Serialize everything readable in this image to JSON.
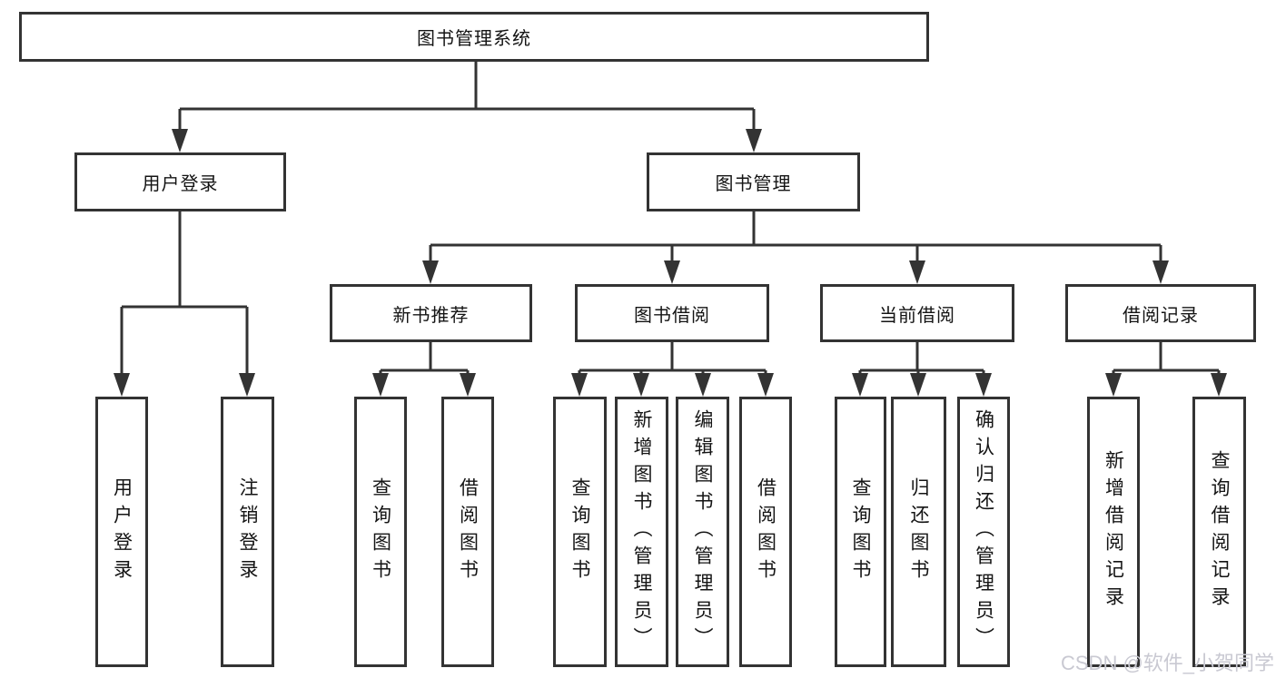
{
  "tree": {
    "root": "图书管理系统",
    "children": [
      {
        "label": "用户登录",
        "children": [
          "用户登录",
          "注销登录"
        ]
      },
      {
        "label": "图书管理",
        "children": [
          {
            "label": "新书推荐",
            "children": [
              "查询图书",
              "借阅图书"
            ]
          },
          {
            "label": "图书借阅",
            "children": [
              "查询图书",
              "新增图书（管理员）",
              "编辑图书（管理员）",
              "借阅图书"
            ]
          },
          {
            "label": "当前借阅",
            "children": [
              "查询图书",
              "归还图书",
              "确认归还（管理员）"
            ]
          },
          {
            "label": "借阅记录",
            "children": [
              "新增借阅记录",
              "查询借阅记录"
            ]
          }
        ]
      }
    ]
  },
  "watermark": "CSDN @软件_小贺同学",
  "colors": {
    "line": "#333333",
    "box_fill": "#ffffff",
    "text": "#141414",
    "watermark": "#c9c9d2"
  }
}
